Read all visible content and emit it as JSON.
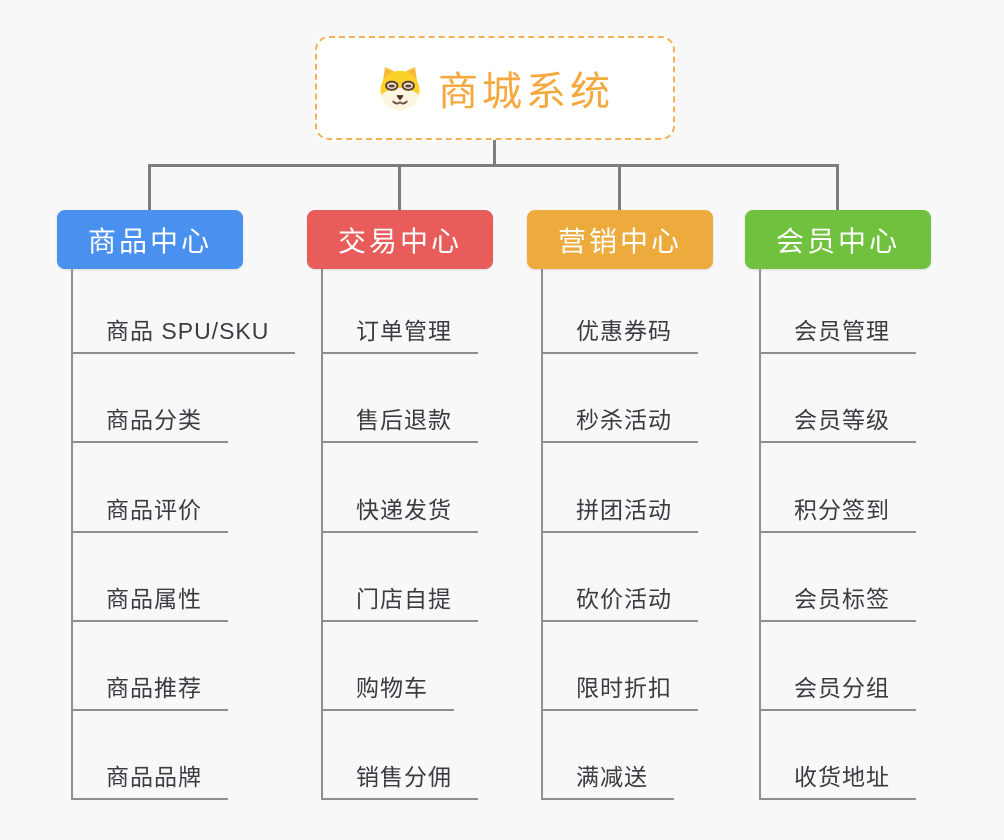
{
  "root": {
    "title": "商城系统",
    "icon": "dog-face-icon",
    "border_color": "#f5b155",
    "text_color": "#f4a83d"
  },
  "connector_color": "#7d7d7d",
  "child_line_color": "#8f8f8f",
  "branches": [
    {
      "label": "商品中心",
      "color": "#4a90ee",
      "items": [
        "商品 SPU/SKU",
        "商品分类",
        "商品评价",
        "商品属性",
        "商品推荐",
        "商品品牌"
      ]
    },
    {
      "label": "交易中心",
      "color": "#e85c5c",
      "items": [
        "订单管理",
        "售后退款",
        "快递发货",
        "门店自提",
        "购物车",
        "销售分佣"
      ]
    },
    {
      "label": "营销中心",
      "color": "#edaa3d",
      "items": [
        "优惠券码",
        "秒杀活动",
        "拼团活动",
        "砍价活动",
        "限时折扣",
        "满减送"
      ]
    },
    {
      "label": "会员中心",
      "color": "#6fc13e",
      "items": [
        "会员管理",
        "会员等级",
        "积分签到",
        "会员标签",
        "会员分组",
        "收货地址"
      ]
    }
  ]
}
